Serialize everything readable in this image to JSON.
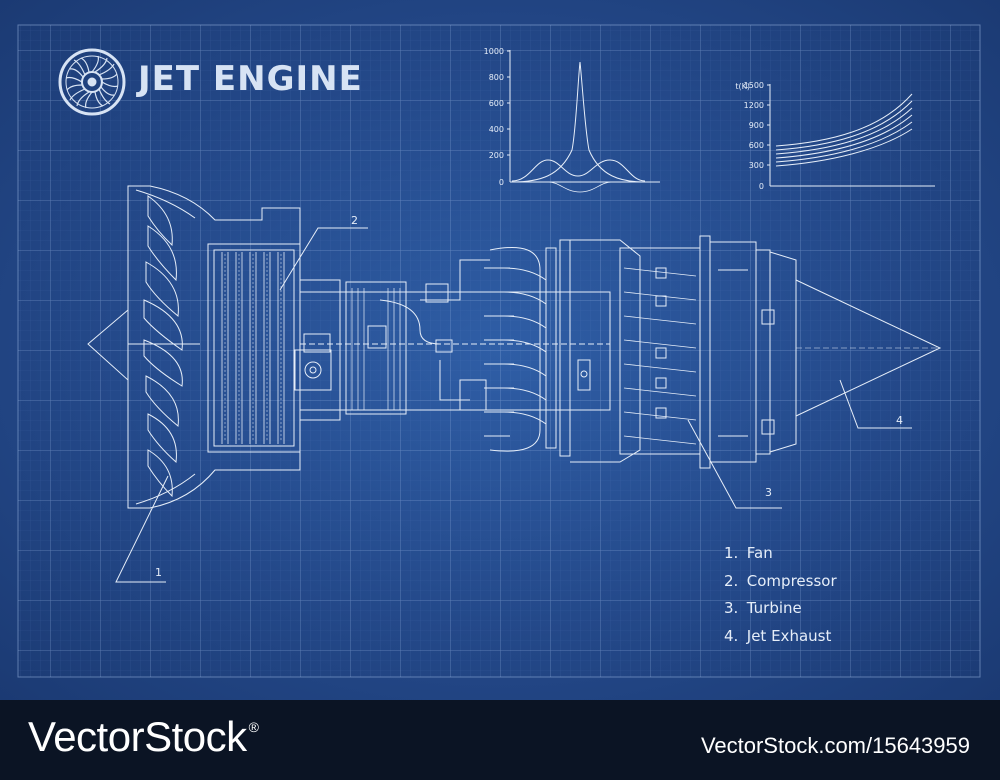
{
  "title": "JET ENGINE",
  "legend": [
    {
      "num": "1.",
      "label": "Fan"
    },
    {
      "num": "2.",
      "label": "Compressor"
    },
    {
      "num": "3.",
      "label": "Turbine"
    },
    {
      "num": "4.",
      "label": "Jet Exhaust"
    }
  ],
  "callouts": [
    "1",
    "2",
    "3",
    "4"
  ],
  "chart_peak": {
    "yticks": [
      "1000",
      "800",
      "600",
      "400",
      "200",
      "0"
    ]
  },
  "chart_temp": {
    "ylabel": "t(K)",
    "yticks": [
      "1500",
      "1200",
      "900",
      "600",
      "300",
      "0"
    ]
  },
  "watermark": {
    "brand": "VectorStock",
    "reg": "®",
    "url": "VectorStock.com/15643959"
  },
  "colors": {
    "blueprint": "#24498a",
    "line": "#e6eef9",
    "footer": "#0b1424"
  },
  "icons": [
    "turbine-fan-icon"
  ]
}
